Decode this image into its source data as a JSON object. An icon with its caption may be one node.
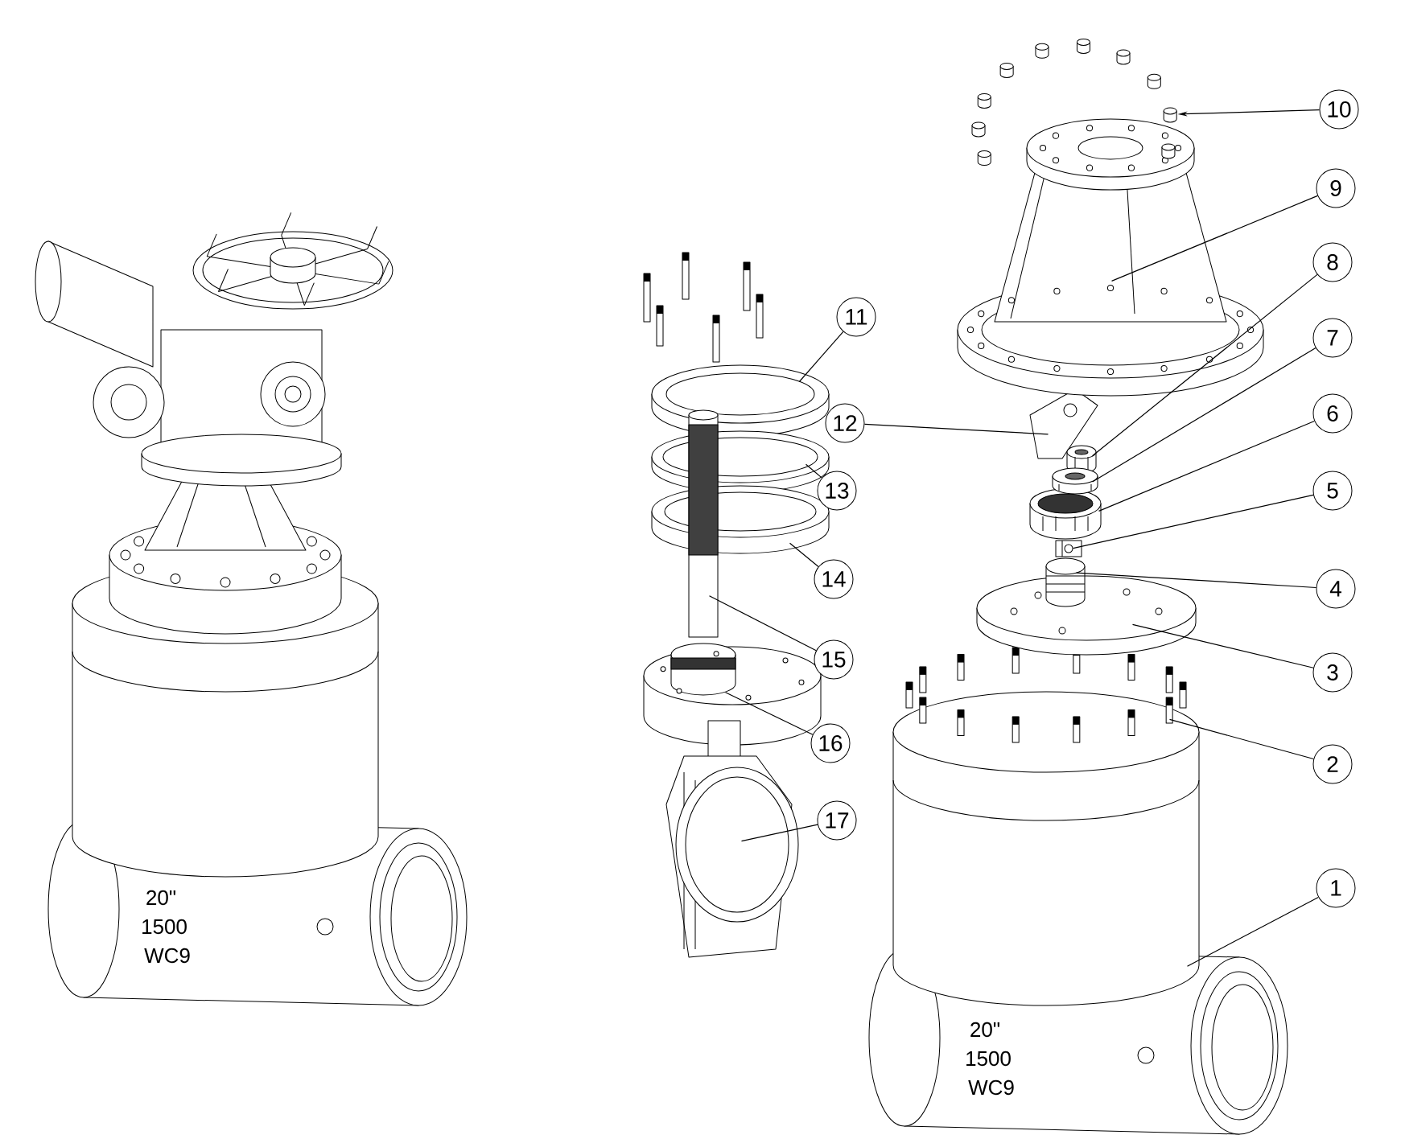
{
  "diagram": {
    "nodes": [
      {
        "text": [
          "1"
        ]
      },
      {
        "text": [
          "2"
        ]
      },
      {
        "text": [
          "3"
        ]
      },
      {
        "text": [
          "4"
        ]
      },
      {
        "text": [
          "5"
        ]
      },
      {
        "text": [
          "6"
        ]
      },
      {
        "text": [
          "7"
        ]
      },
      {
        "text": [
          "8"
        ]
      },
      {
        "text": [
          "9"
        ]
      },
      {
        "text": [
          "10"
        ]
      },
      {
        "text": [
          "11"
        ]
      },
      {
        "text": [
          "12"
        ]
      },
      {
        "text": [
          "13"
        ]
      },
      {
        "text": [
          "14"
        ]
      },
      {
        "text": [
          "15"
        ]
      },
      {
        "text": [
          "16"
        ]
      },
      {
        "text": [
          "17"
        ]
      },
      {
        "text": [],
        "shape": "picture"
      },
      {
        "text": [],
        "shape": "picture"
      },
      {
        "text": [],
        "shape": "picture"
      },
      {
        "text": [],
        "shape": "picture"
      },
      {
        "text": [],
        "shape": "picture"
      },
      {
        "text": [],
        "shape": "picture"
      },
      {
        "text": [],
        "shape": "picture"
      },
      {
        "text": [],
        "shape": "picture"
      },
      {
        "text": [],
        "shape": "picture"
      },
      {
        "text": [],
        "shape": "picture"
      },
      {
        "text": [],
        "shape": "picture"
      },
      {
        "text": [],
        "shape": "picture"
      },
      {
        "text": [],
        "shape": "picture"
      },
      {
        "text": [],
        "shape": "picture"
      },
      {
        "text": [],
        "shape": "picture"
      },
      {
        "text": [],
        "shape": "picture"
      },
      {
        "text": [],
        "shape": "picture"
      }
    ],
    "edges": [
      {
        "from": 0,
        "to": 17,
        "arrow": "none"
      },
      {
        "from": 1,
        "to": 18,
        "arrow": "none"
      },
      {
        "from": 2,
        "to": 19,
        "arrow": "none"
      },
      {
        "from": 3,
        "to": 20,
        "arrow": "none"
      },
      {
        "from": 4,
        "to": 21,
        "arrow": "none"
      },
      {
        "from": 5,
        "to": 22,
        "arrow": "none"
      },
      {
        "from": 6,
        "to": 23,
        "arrow": "none"
      },
      {
        "from": 7,
        "to": 24,
        "arrow": "none"
      },
      {
        "from": 8,
        "to": 25,
        "arrow": "none"
      },
      {
        "from": 9,
        "to": 26,
        "arrow": "to"
      },
      {
        "from": 10,
        "to": 27,
        "arrow": "none"
      },
      {
        "from": 11,
        "to": 28,
        "arrow": "none"
      },
      {
        "from": 12,
        "to": 29,
        "arrow": "none"
      },
      {
        "from": 13,
        "to": 30,
        "arrow": "none"
      },
      {
        "from": 14,
        "to": 31,
        "arrow": "none"
      },
      {
        "from": 15,
        "to": 32,
        "arrow": "none"
      },
      {
        "from": 16,
        "to": 33,
        "arrow": "none"
      }
    ],
    "labels": [
      "20\"",
      "1500",
      "WC9",
      "20\"",
      "1500",
      "WC9"
    ]
  }
}
